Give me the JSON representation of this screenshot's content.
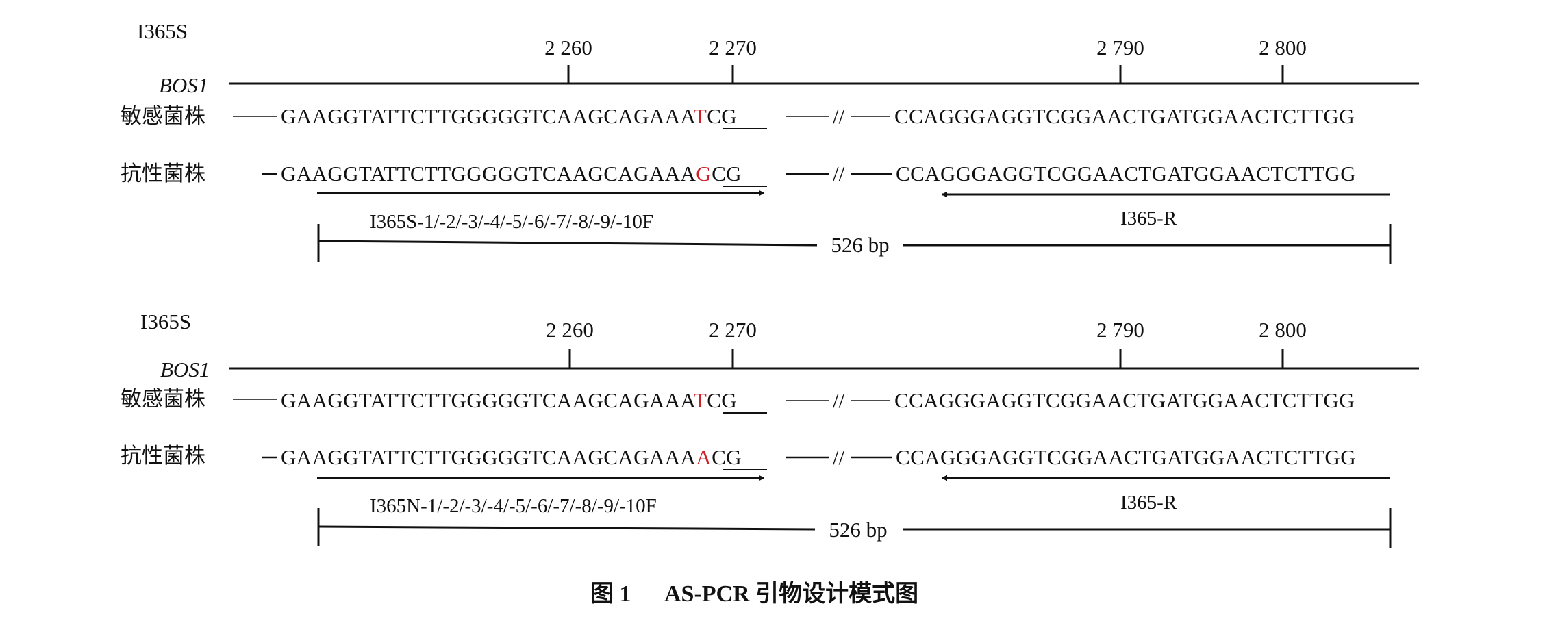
{
  "caption": {
    "figure_no": "图 1",
    "title": "AS-PCR 引物设计模式图"
  },
  "panels": [
    {
      "mutation_label": "I365S",
      "gene": "BOS1",
      "ticks": [
        "2 260",
        "2 270",
        "2 790",
        "2 800"
      ],
      "break_mark": "//",
      "rows": [
        {
          "strain": "敏感菌株",
          "seq_left_a": "GAAGGTATTCTTGGGGGTCAAGCAGAAA",
          "seq_mut": "T",
          "seq_left_b": "CG",
          "seq_right": "CCAGGGAGGTCGGAACTGATGGAACTCTTGG"
        },
        {
          "strain": "抗性菌株",
          "seq_left_a": "GAAGGTATTCTTGGGGGTCAAGCAGAAA",
          "seq_mut": "G",
          "seq_left_b": "CG",
          "seq_right": "CCAGGGAGGTCGGAACTGATGGAACTCTTGG"
        }
      ],
      "forward_primer": "I365S-1/-2/-3/-4/-5/-6/-7/-8/-9/-10F",
      "reverse_primer": "I365-R",
      "amplicon": "526 bp"
    },
    {
      "mutation_label": "I365S",
      "gene": "BOS1",
      "ticks": [
        "2 260",
        "2 270",
        "2 790",
        "2 800"
      ],
      "break_mark": "//",
      "rows": [
        {
          "strain": "敏感菌株",
          "seq_left_a": "GAAGGTATTCTTGGGGGTCAAGCAGAAA",
          "seq_mut": "T",
          "seq_left_b": "CG",
          "seq_right": "CCAGGGAGGTCGGAACTGATGGAACTCTTGG"
        },
        {
          "strain": "抗性菌株",
          "seq_left_a": "GAAGGTATTCTTGGGGGTCAAGCAGAAA",
          "seq_mut": "A",
          "seq_left_b": "CG",
          "seq_right": "CCAGGGAGGTCGGAACTGATGGAACTCTTGG"
        }
      ],
      "forward_primer": "I365N-1/-2/-3/-4/-5/-6/-7/-8/-9/-10F",
      "reverse_primer": "I365-R",
      "amplicon": "526 bp"
    }
  ],
  "colors": {
    "mutation": "#d21f26",
    "line": "#111111"
  }
}
